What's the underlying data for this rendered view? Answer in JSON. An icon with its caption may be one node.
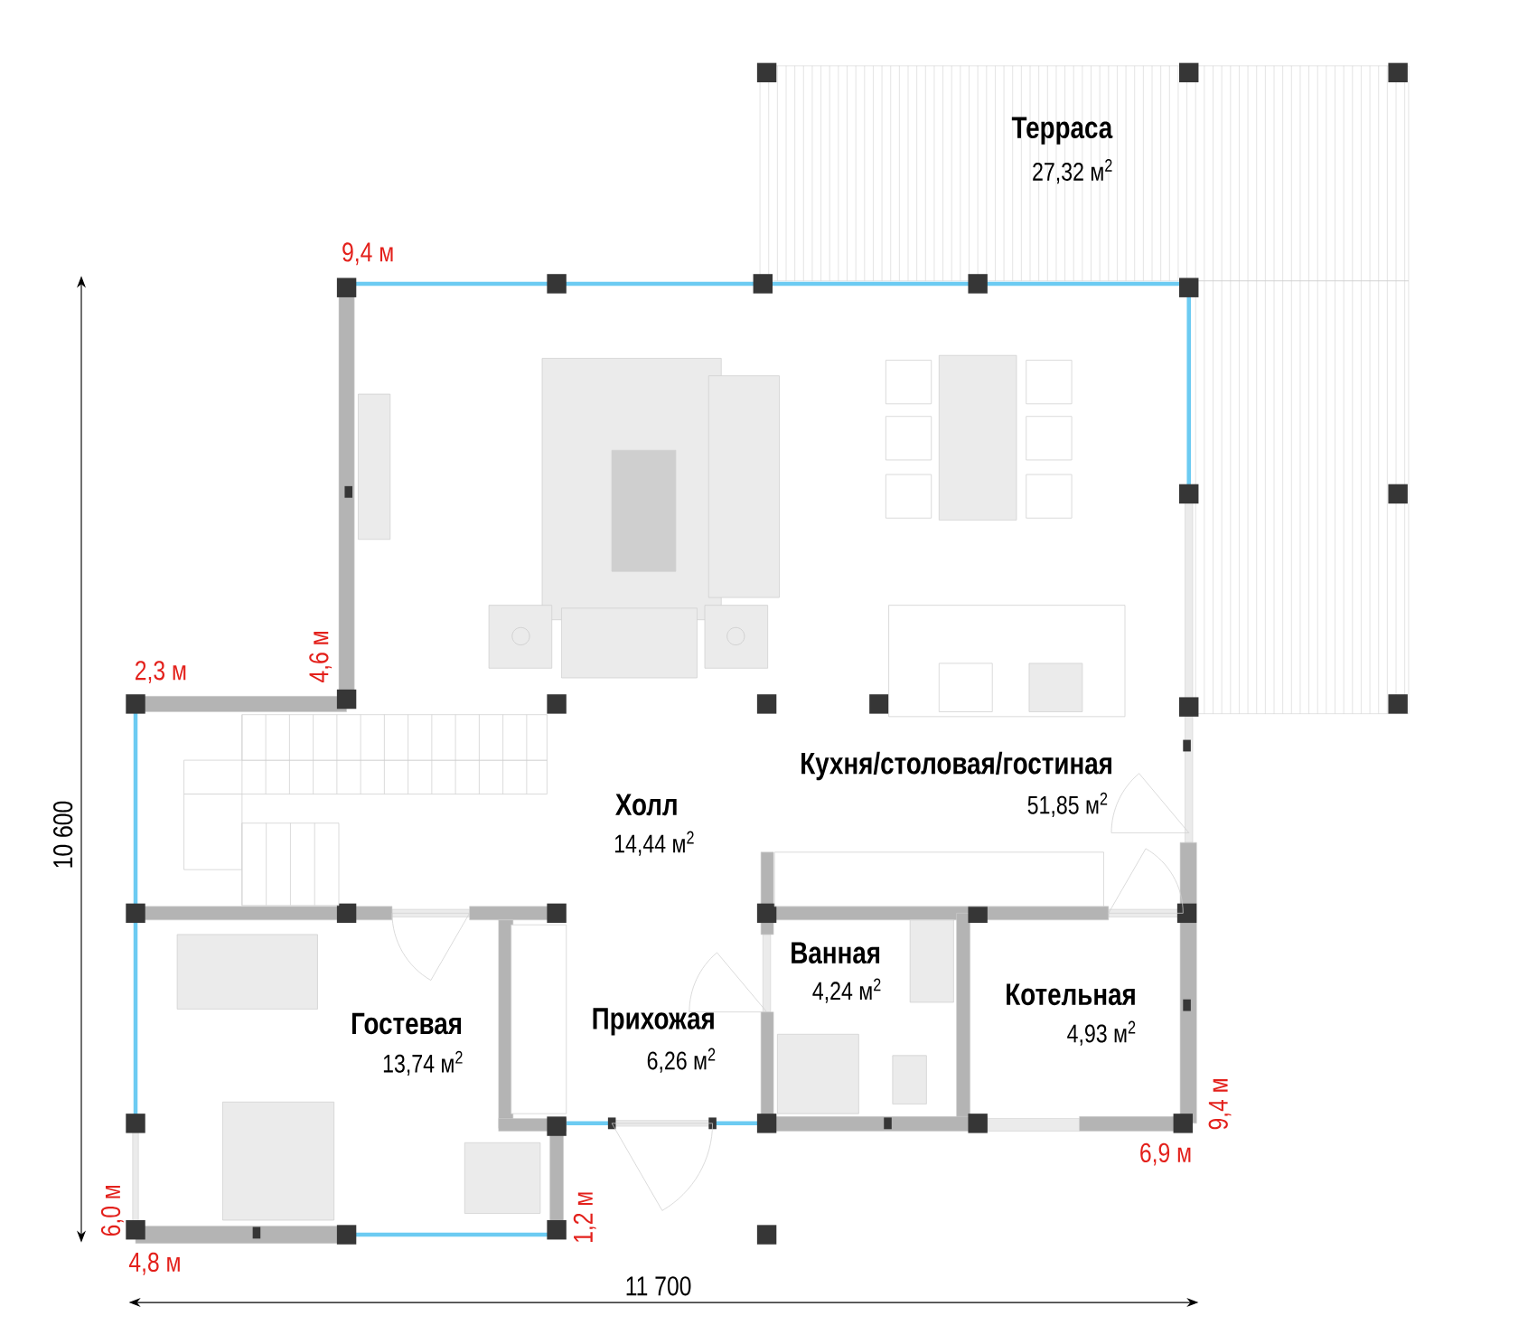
{
  "diagram": {
    "labels": [
      "Терраса",
      "27,32 м$^{2}$",
      "9,4 м",
      "2,3 м",
      "4,6 м",
      "Кухня/столовая/гостиная",
      "10 600",
      "Холл",
      "51,85 м$^{2}$",
      "14,44 м$^{2}$",
      "Ванная",
      "4,24 м$^{2}$",
      "Котельная",
      "Гостевая",
      "Прихожая",
      "4,93 м$^{2}$",
      "13,74 м$^{2}$",
      "6,26 м$^{2}$",
      "9,4 м",
      "6,9 м",
      "6,0 м",
      "1,2 м",
      "4,8 м",
      "11 700"
    ]
  }
}
